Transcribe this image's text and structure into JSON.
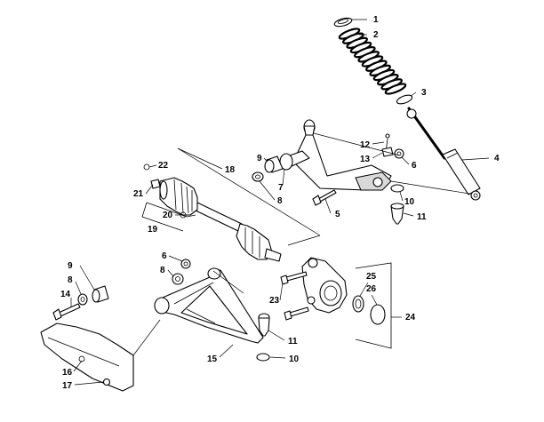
{
  "callouts": [
    {
      "id": "c1",
      "label": "1"
    },
    {
      "id": "c2",
      "label": "2"
    },
    {
      "id": "c3",
      "label": "3"
    },
    {
      "id": "c4",
      "label": "4"
    },
    {
      "id": "c5",
      "label": "5"
    },
    {
      "id": "c6a",
      "label": "6"
    },
    {
      "id": "c6b",
      "label": "6"
    },
    {
      "id": "c7",
      "label": "7"
    },
    {
      "id": "c8a",
      "label": "8"
    },
    {
      "id": "c8b",
      "label": "8"
    },
    {
      "id": "c8c",
      "label": "8"
    },
    {
      "id": "c9a",
      "label": "9"
    },
    {
      "id": "c9b",
      "label": "9"
    },
    {
      "id": "c10a",
      "label": "10"
    },
    {
      "id": "c10b",
      "label": "10"
    },
    {
      "id": "c11a",
      "label": "11"
    },
    {
      "id": "c11b",
      "label": "11"
    },
    {
      "id": "c12",
      "label": "12"
    },
    {
      "id": "c13",
      "label": "13"
    },
    {
      "id": "c14",
      "label": "14"
    },
    {
      "id": "c15",
      "label": "15"
    },
    {
      "id": "c16",
      "label": "16"
    },
    {
      "id": "c17",
      "label": "17"
    },
    {
      "id": "c18",
      "label": "18"
    },
    {
      "id": "c19",
      "label": "19"
    },
    {
      "id": "c20",
      "label": "20"
    },
    {
      "id": "c21",
      "label": "21"
    },
    {
      "id": "c22",
      "label": "22"
    },
    {
      "id": "c23",
      "label": "23"
    },
    {
      "id": "c24",
      "label": "24"
    },
    {
      "id": "c25",
      "label": "25"
    },
    {
      "id": "c26",
      "label": "26"
    }
  ]
}
